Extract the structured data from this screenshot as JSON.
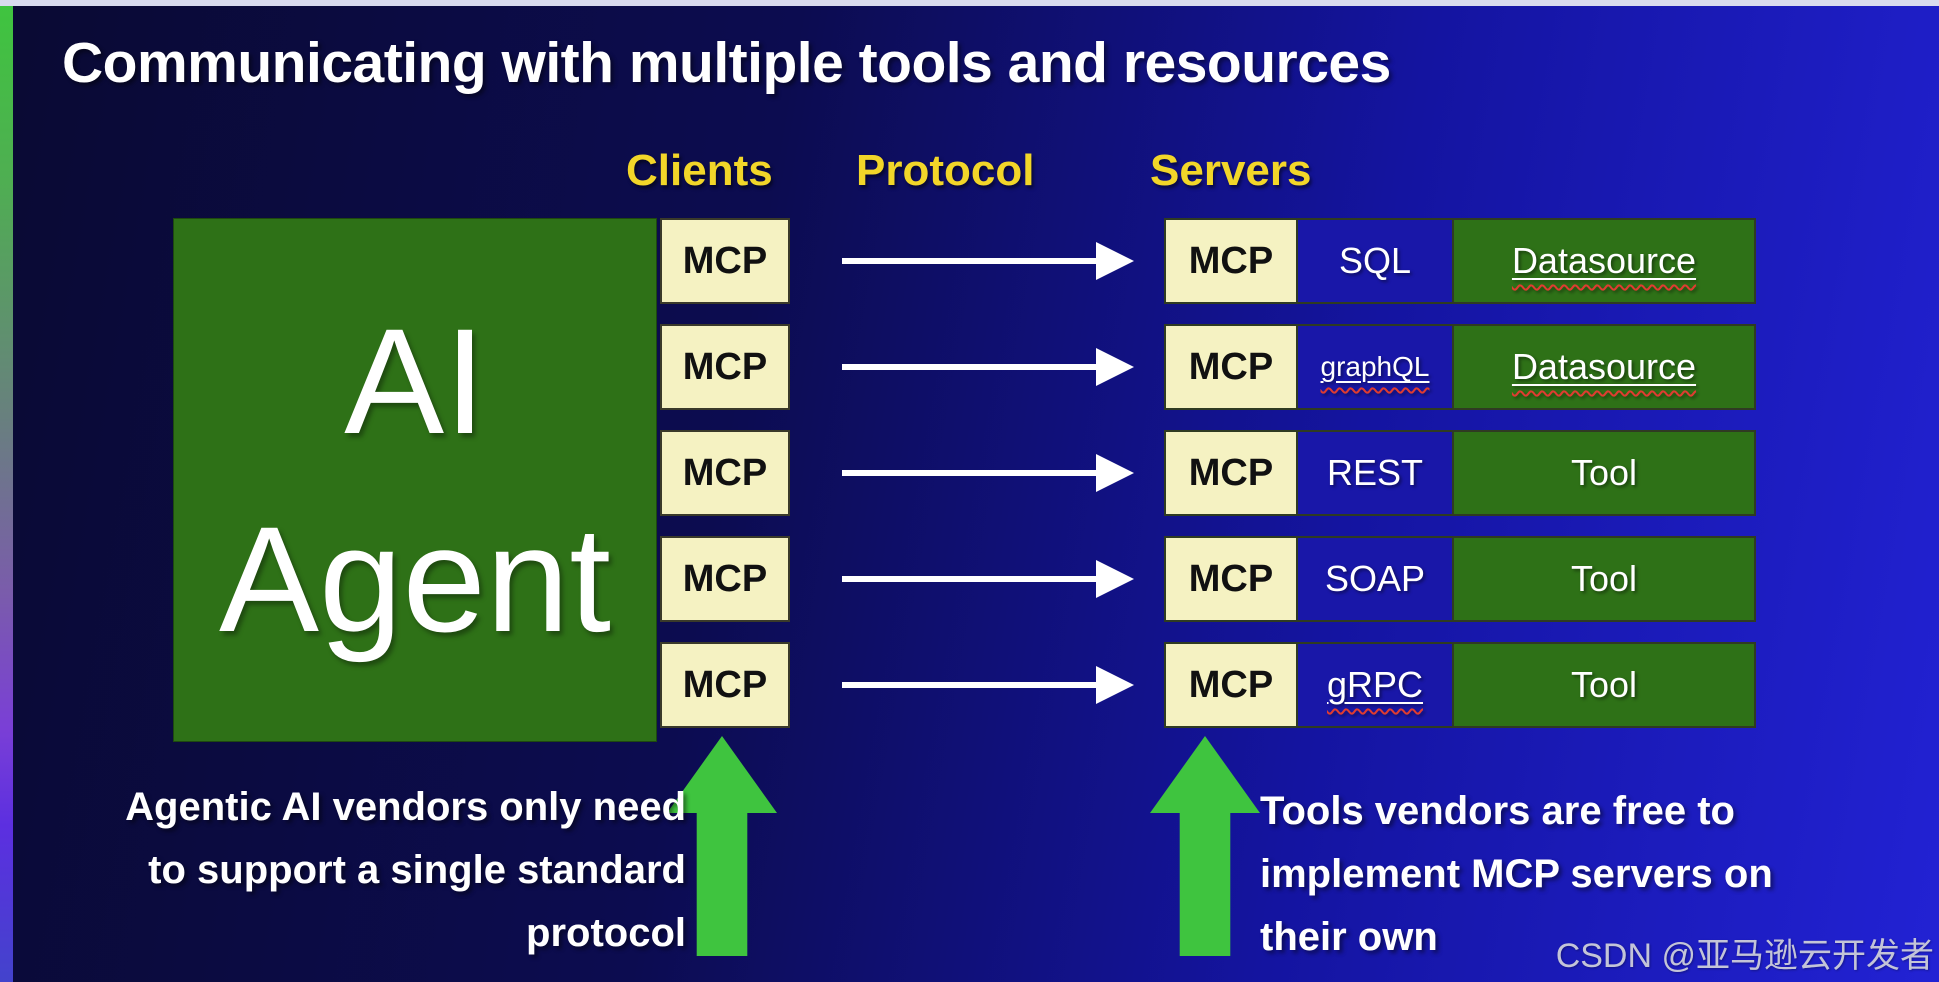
{
  "title": "Communicating with multiple tools and resources",
  "headers": {
    "clients": "Clients",
    "protocol": "Protocol",
    "servers": "Servers"
  },
  "agent": {
    "line1": "AI",
    "line2": "Agent"
  },
  "rows": [
    {
      "client_label": "MCP",
      "server_label": "MCP",
      "protocol": "SQL",
      "target": "Datasource"
    },
    {
      "client_label": "MCP",
      "server_label": "MCP",
      "protocol": "graphQL",
      "target": "Datasource"
    },
    {
      "client_label": "MCP",
      "server_label": "MCP",
      "protocol": "REST",
      "target": "Tool"
    },
    {
      "client_label": "MCP",
      "server_label": "MCP",
      "protocol": "SOAP",
      "target": "Tool"
    },
    {
      "client_label": "MCP",
      "server_label": "MCP",
      "protocol": "gRPC",
      "target": "Tool"
    }
  ],
  "annotations": {
    "left": {
      "lines": [
        "Agentic AI vendors only need",
        "to support a single standard",
        "protocol"
      ]
    },
    "right": {
      "lines": [
        "Tools vendors are free to",
        "implement MCP servers on",
        "their own"
      ]
    }
  },
  "watermark": "CSDN @亚马逊云开发者",
  "colors": {
    "background_dark": "#0a0a33",
    "background_bright": "#2222d4",
    "box_green": "#2e7117",
    "box_cream": "#f5f2c2",
    "cell_blue": "#1917a8",
    "accent_yellow": "#f2d629",
    "arrow_green": "#3fc43f",
    "spellcheck_red": "#e03c31",
    "top_strip": "#d9dbee"
  }
}
